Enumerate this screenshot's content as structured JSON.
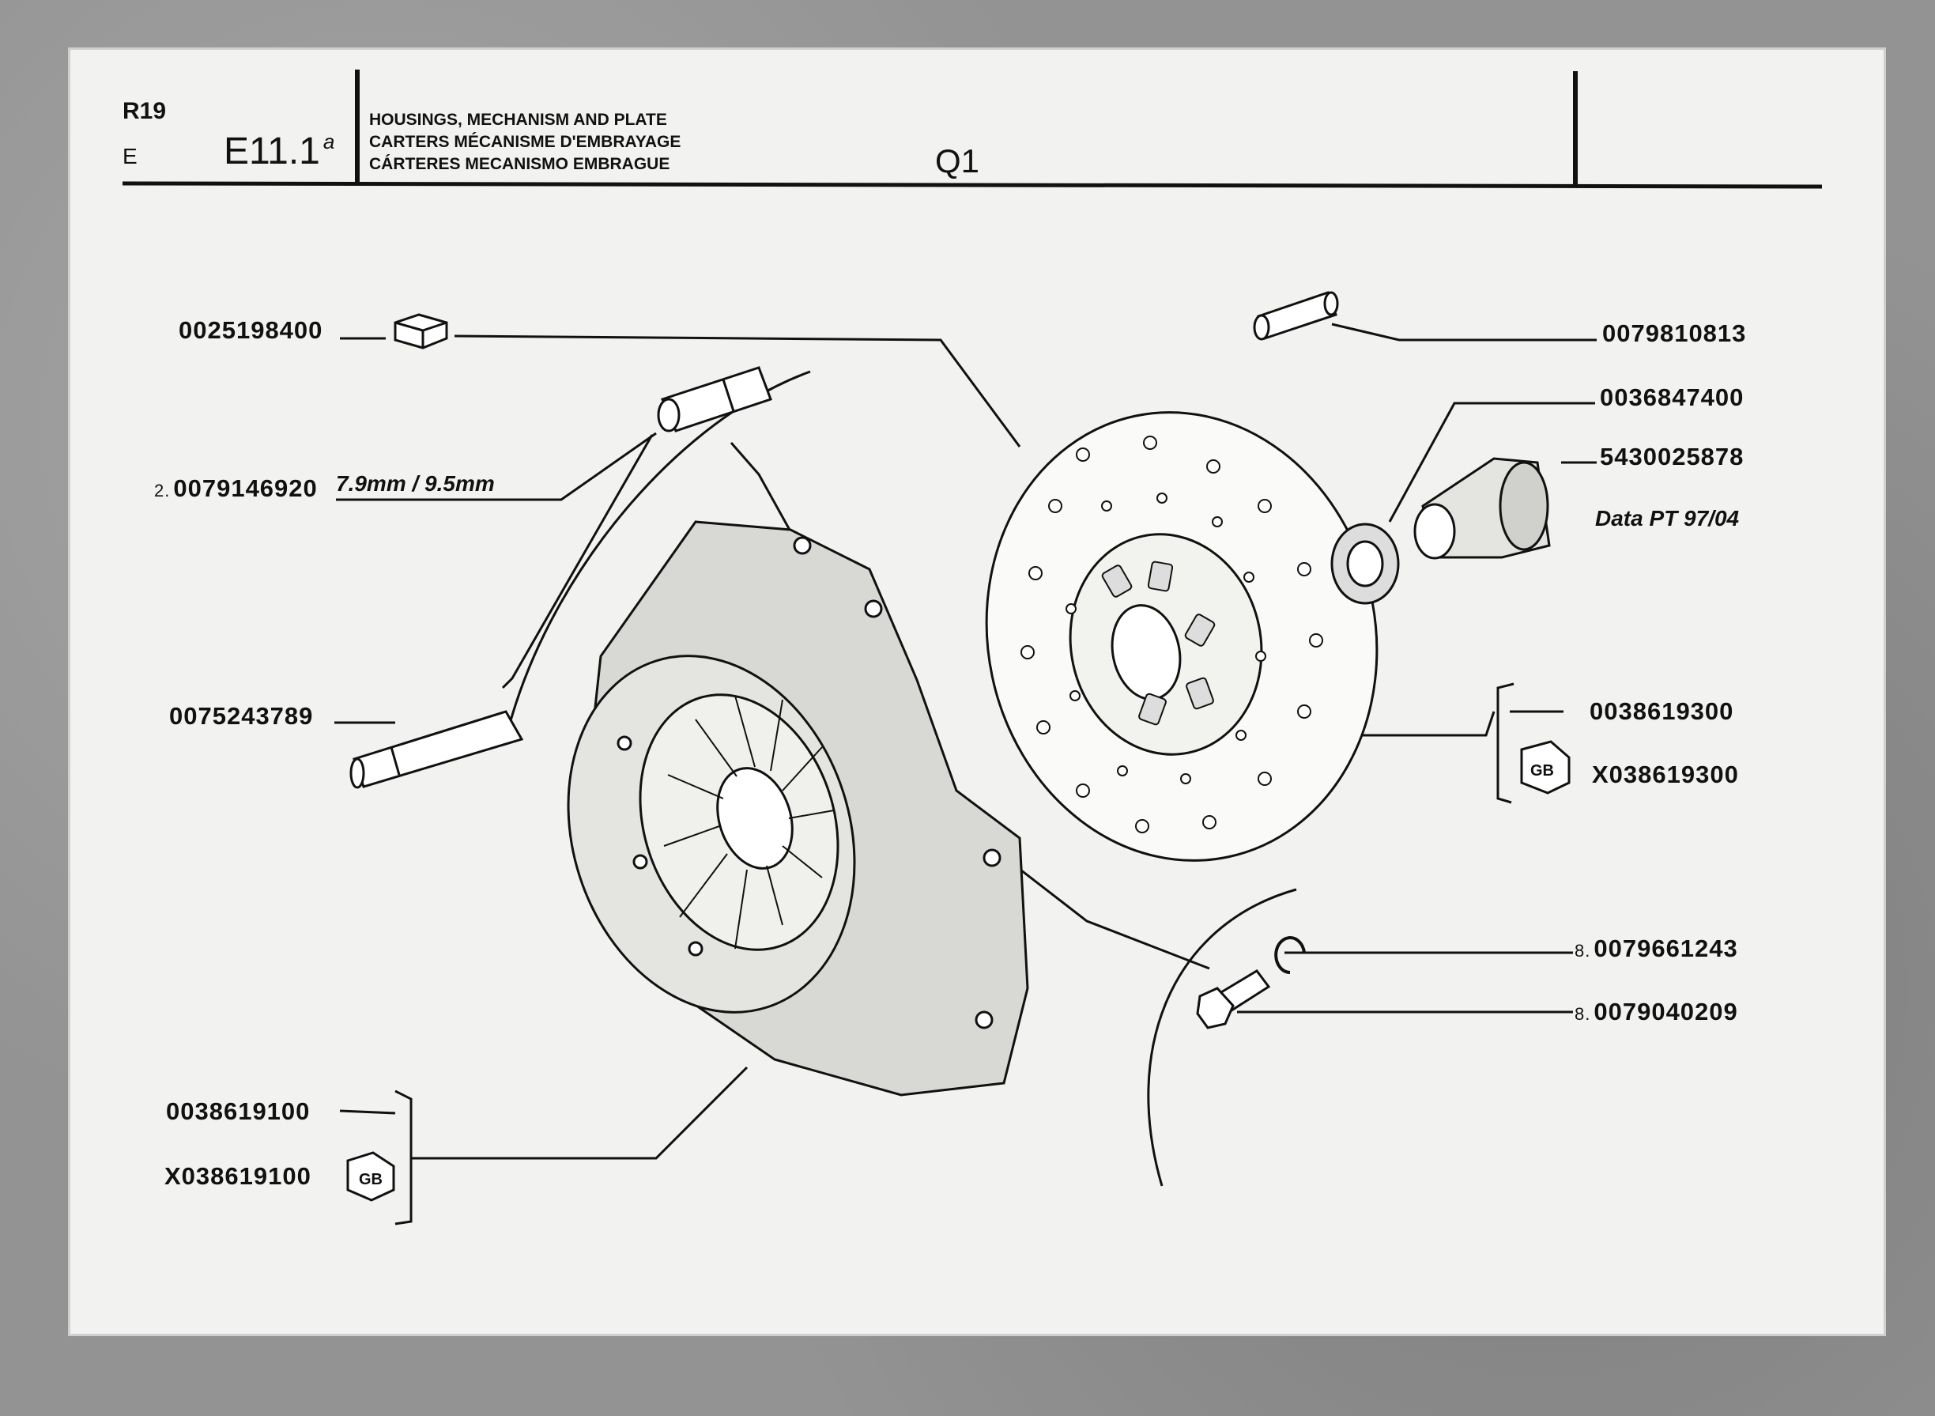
{
  "header": {
    "model": "R19",
    "type": "E",
    "section": "E11.1",
    "section_suffix": "a",
    "title_en": "HOUSINGS, MECHANISM AND PLATE",
    "title_fr": "CARTERS MÉCANISME D'EMBRAYAGE",
    "title_es": "CÁRTERES MECANISMO EMBRAGUE",
    "code": "Q1"
  },
  "parts": [
    {
      "id": "p1",
      "ref": "0025198400",
      "prefix": ""
    },
    {
      "id": "p2",
      "ref": "0079146920",
      "prefix": "2."
    },
    {
      "id": "p3",
      "ref": "0075243789",
      "prefix": ""
    },
    {
      "id": "p4",
      "ref": "0038619100",
      "prefix": ""
    },
    {
      "id": "p5",
      "ref": "X038619100",
      "prefix": ""
    },
    {
      "id": "p6",
      "ref": "0079810813",
      "prefix": ""
    },
    {
      "id": "p7",
      "ref": "0036847400",
      "prefix": ""
    },
    {
      "id": "p8",
      "ref": "5430025878",
      "prefix": ""
    },
    {
      "id": "p9",
      "ref": "0038619300",
      "prefix": ""
    },
    {
      "id": "p10",
      "ref": "X038619300",
      "prefix": ""
    },
    {
      "id": "p11",
      "ref": "0079661243",
      "prefix": "8."
    },
    {
      "id": "p12",
      "ref": "0079040209",
      "prefix": "8."
    }
  ],
  "notes": {
    "dowel_size": "7.9mm / 9.5mm",
    "date": "Data PT 97/04",
    "gb_badge": "GB"
  }
}
